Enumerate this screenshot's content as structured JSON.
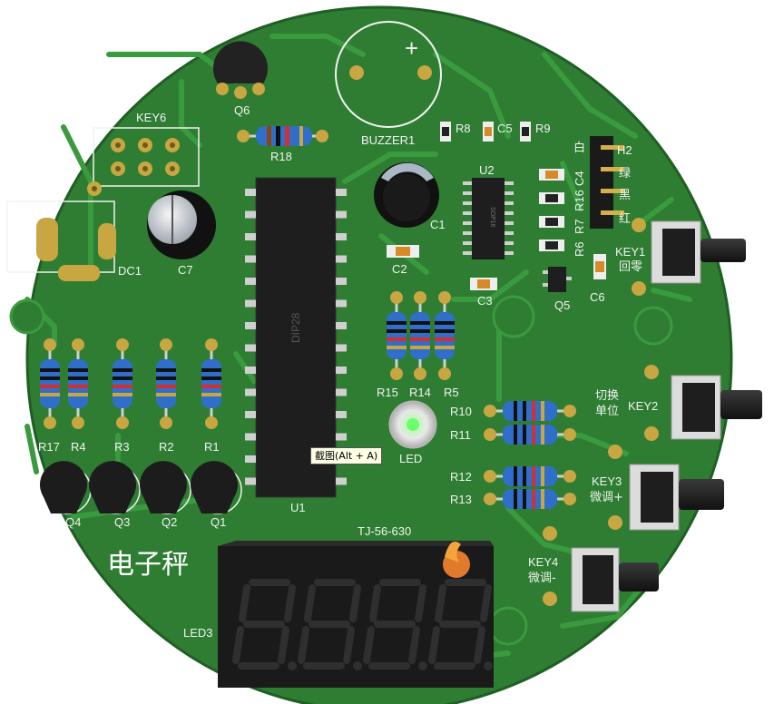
{
  "board_title": "电子秤",
  "tooltip": "截图(Alt + A)",
  "chips": {
    "u1_body": "DIP28",
    "u2_body": "SOP16"
  },
  "labels": {
    "key6": "KEY6",
    "q6": "Q6",
    "r18": "R18",
    "buzzer": "BUZZER1",
    "r8": "R8",
    "c5": "C5",
    "r9": "R9",
    "u2": "U2",
    "c4": "C4",
    "r16": "R16",
    "r7": "R7",
    "r6": "R6",
    "h2": "H2",
    "white": "白",
    "green": "绿",
    "black": "黑",
    "red": "红",
    "c1": "C1",
    "c2": "C2",
    "c3": "C3",
    "q5": "Q5",
    "c6": "C6",
    "key1": "KEY1",
    "key1_fn": "回零",
    "dc1": "DC1",
    "c7": "C7",
    "r15": "R15",
    "r14": "R14",
    "r5": "R5",
    "r17": "R17",
    "r4": "R4",
    "r3": "R3",
    "r2": "R2",
    "r1": "R1",
    "q4": "Q4",
    "q3": "Q3",
    "q2": "Q2",
    "q1": "Q1",
    "u1": "U1",
    "led": "LED",
    "r10": "R10",
    "r11": "R11",
    "r12": "R12",
    "r13": "R13",
    "key2": "KEY2",
    "key2_fn_1": "切换",
    "key2_fn_2": "单位",
    "key3": "KEY3",
    "key3_fn": "微调+",
    "key4": "KEY4",
    "key4_fn": "微调-",
    "tj": "TJ-56-630",
    "led3": "LED3"
  },
  "colors": {
    "pcb": "#2e7d32",
    "pcb_dark": "#1f5e24",
    "trace": "#3a9a3e",
    "pad": "#c8a642",
    "silk": "#f2f2f2",
    "display": "#1a1a1a",
    "segment": "#2b2b2b"
  }
}
